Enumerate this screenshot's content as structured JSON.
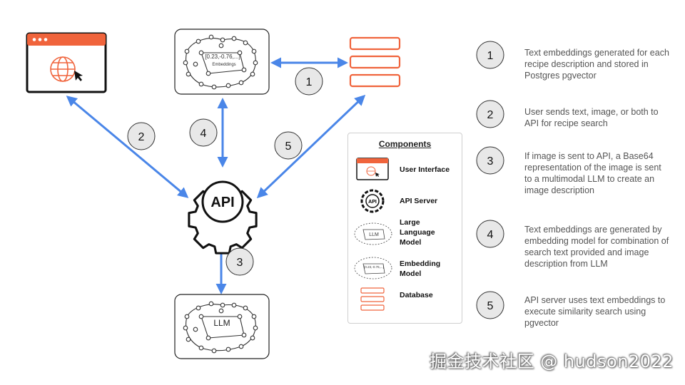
{
  "diagram": {
    "api_label": "API",
    "llm_label": "LLM",
    "embedding_vector_label": "[0.23,-0.76,...]",
    "embedding_caption": "Embeddings",
    "flow_numbers": [
      "1",
      "2",
      "3",
      "4",
      "5"
    ]
  },
  "legend": {
    "title": "Components",
    "items": [
      {
        "icon": "browser-icon",
        "label": "User Interface"
      },
      {
        "icon": "api-gear-icon",
        "label": "API Server"
      },
      {
        "icon": "llm-network-icon",
        "label": "Large Language Model"
      },
      {
        "icon": "embedding-network-icon",
        "label": "Embedding Model"
      },
      {
        "icon": "database-icon",
        "label": "Database"
      }
    ]
  },
  "steps": [
    {
      "number": "1",
      "text": "Text embeddings generated for each recipe description and stored in Postgres pgvector"
    },
    {
      "number": "2",
      "text": "User sends text, image, or both to API for recipe search"
    },
    {
      "number": "3",
      "text": "If image is sent to API, a Base64 representation of the image is sent to a multimodal LLM to create an image description"
    },
    {
      "number": "4",
      "text": "Text embeddings are generated by embedding model for combination of search text provided and image description from LLM"
    },
    {
      "number": "5",
      "text": "API server uses text embeddings to execute similarity search using pgvector"
    }
  ],
  "watermark": "掘金技术社区 @ hudson2022",
  "colors": {
    "arrow": "#4a86e8",
    "accent_orange": "#f0643c",
    "circle_fill": "#e8e8e8",
    "text_gray": "#555555"
  }
}
